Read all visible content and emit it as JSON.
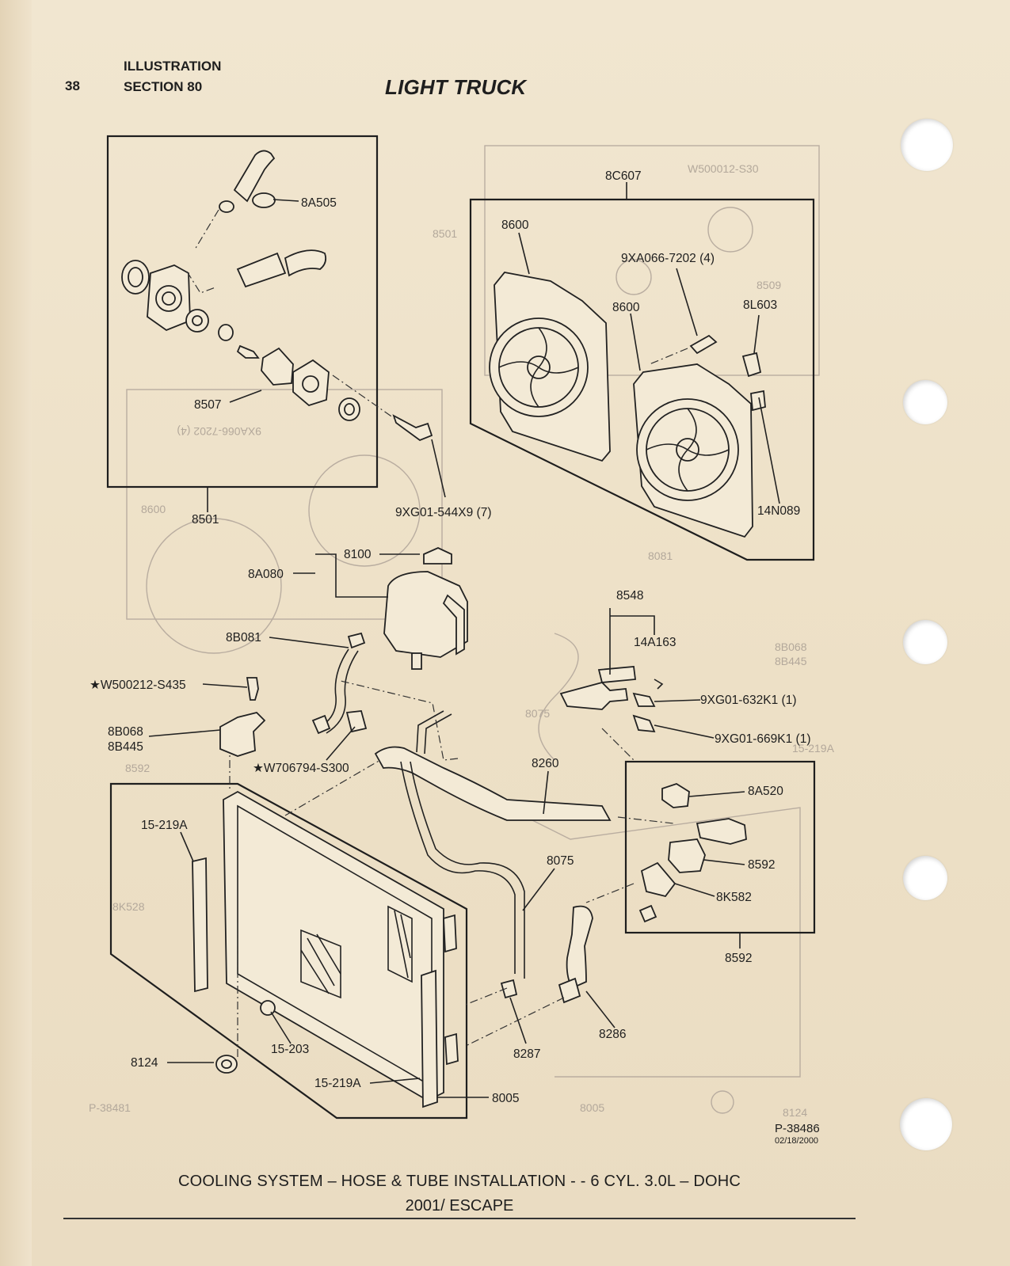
{
  "header": {
    "page_number": "38",
    "illustration": "ILLUSTRATION",
    "section": "SECTION 80",
    "title": "LIGHT TRUCK"
  },
  "callouts": {
    "c8A505": "8A505",
    "c8507": "8507",
    "c8501": "8501",
    "c9XG01_544X9": "9XG01-544X9 (7)",
    "c8C607": "8C607",
    "c8600a": "8600",
    "c9XA066": "9XA066-7202 (4)",
    "c8600b": "8600",
    "c8L603": "8L603",
    "c14N089": "14N089",
    "c8100": "8100",
    "c8A080": "8A080",
    "c8B081": "8B081",
    "cW500212": "★W500212-S435",
    "c8B068": "8B068",
    "c8B445": "8B445",
    "cW706794": "★W706794-S300",
    "c8548": "8548",
    "c14A163": "14A163",
    "c9XG01_632K1": "9XG01-632K1 (1)",
    "c9XG01_669K1": "9XG01-669K1 (1)",
    "c8260": "8260",
    "c8A520": "8A520",
    "c8592a": "8592",
    "c8K582": "8K582",
    "c8592b": "8592",
    "c15_219A_a": "15-219A",
    "c8075": "8075",
    "c15_203": "15-203",
    "c8124": "8124",
    "c15_219A_b": "15-219A",
    "c8005": "8005",
    "c8286": "8286",
    "c8287": "8287"
  },
  "bleed_through": {
    "b1": "W500012-S30",
    "b2": "9XA066-7202 (4)",
    "b3": "8600",
    "b4": "8501",
    "b5": "8509",
    "b6": "8081",
    "b7": "8B068",
    "b8": "8B445",
    "b9": "8075",
    "b10": "8124",
    "b11": "8005",
    "b12": "P-38481",
    "b13": "8592",
    "b14": "8K528",
    "b15": "15-219A"
  },
  "figure": {
    "number": "P-38486",
    "date": "02/18/2000"
  },
  "caption": {
    "line1": "COOLING SYSTEM – HOSE & TUBE INSTALLATION - - 6 CYL. 3.0L – DOHC",
    "line2": "2001/ ESCAPE"
  }
}
